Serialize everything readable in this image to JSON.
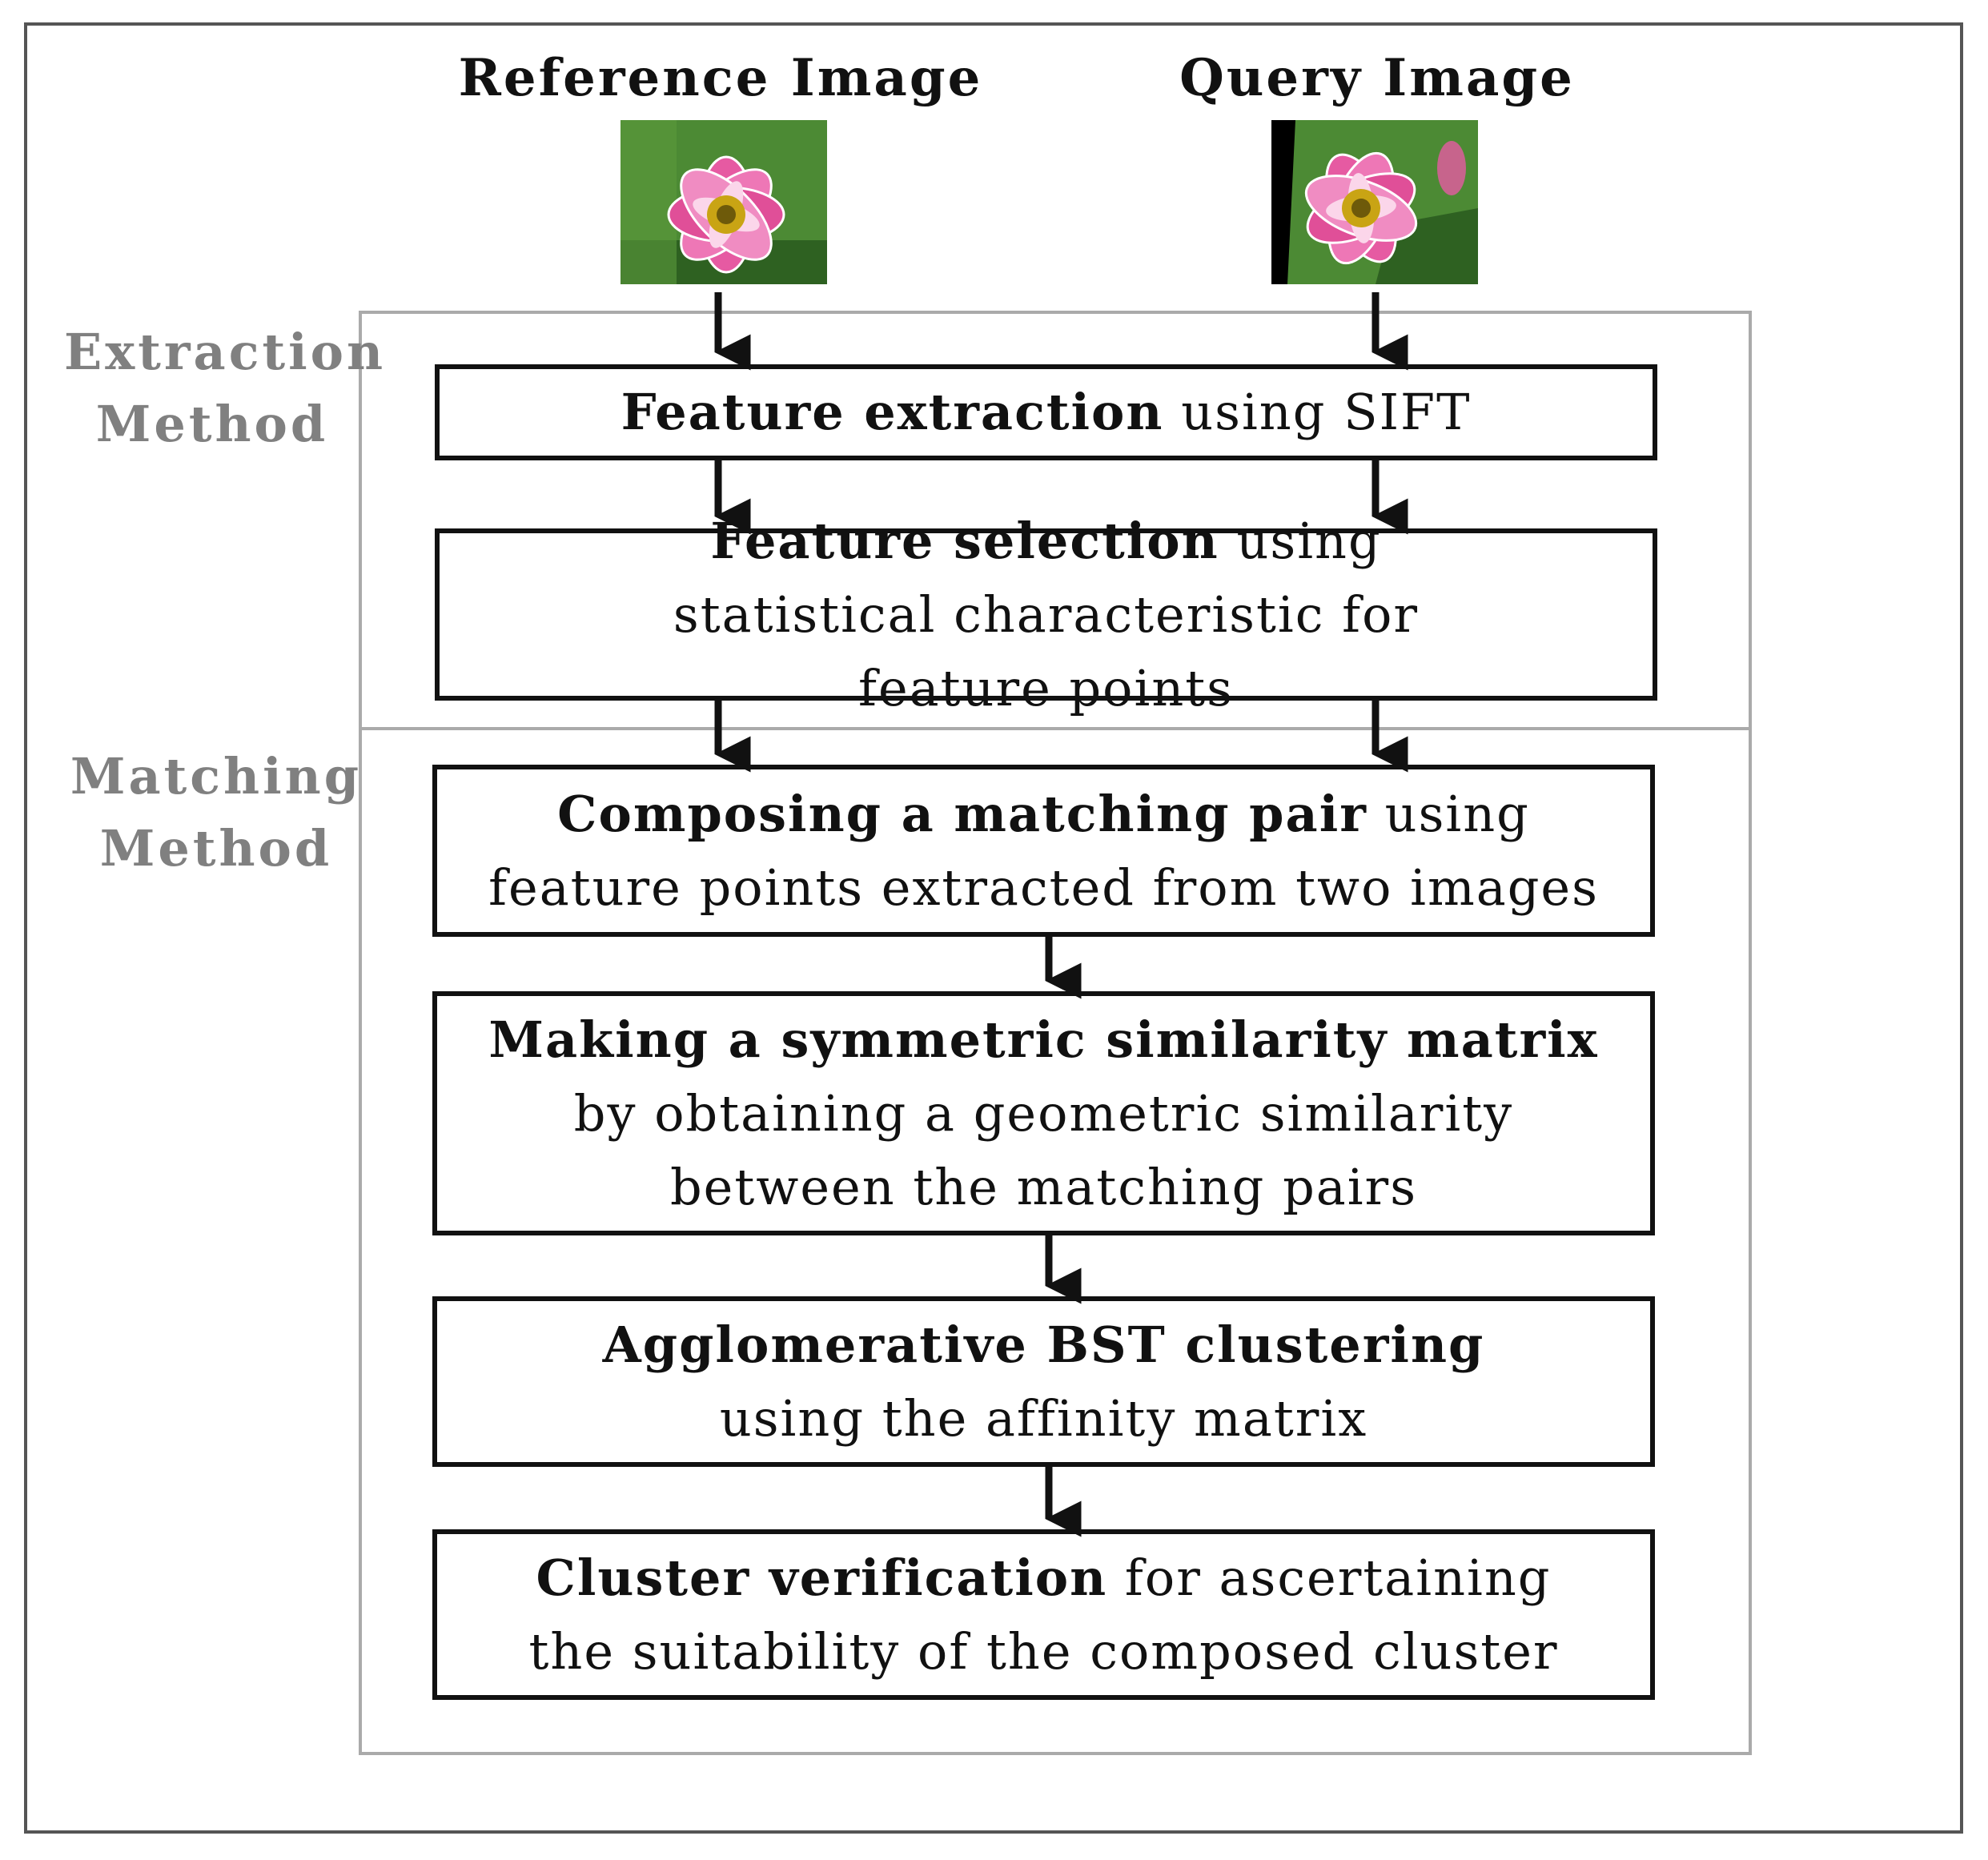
{
  "images": {
    "reference": {
      "title": "Reference Image",
      "icon": "flower-photo"
    },
    "query": {
      "title": "Query Image",
      "icon": "flower-photo-rotated"
    }
  },
  "sections": {
    "extraction": {
      "line1": "Extraction",
      "line2": "Method"
    },
    "matching": {
      "line1": "Matching",
      "line2": "Method"
    }
  },
  "steps": [
    {
      "bold": "Feature extraction",
      "rest": " using SIFT"
    },
    {
      "bold": "Feature selection",
      "rest": " using statistical characteristic for feature points"
    },
    {
      "bold": "Composing a matching pair",
      "rest": " using feature points extracted from two images"
    },
    {
      "bold": "Making a symmetric similarity matrix",
      "rest": " by obtaining a geometric similarity between the matching pairs"
    },
    {
      "bold": "Agglomerative BST clustering",
      "rest": " using the affinity matrix"
    },
    {
      "bold": "Cluster verification",
      "rest": " for ascertaining the suitability of the composed cluster"
    }
  ],
  "colors": {
    "box_border": "#111111",
    "section_border": "#aaaaaa",
    "section_label": "#808080",
    "flower_pink": "#e0509a",
    "foliage_green": "#3f7a2c"
  }
}
